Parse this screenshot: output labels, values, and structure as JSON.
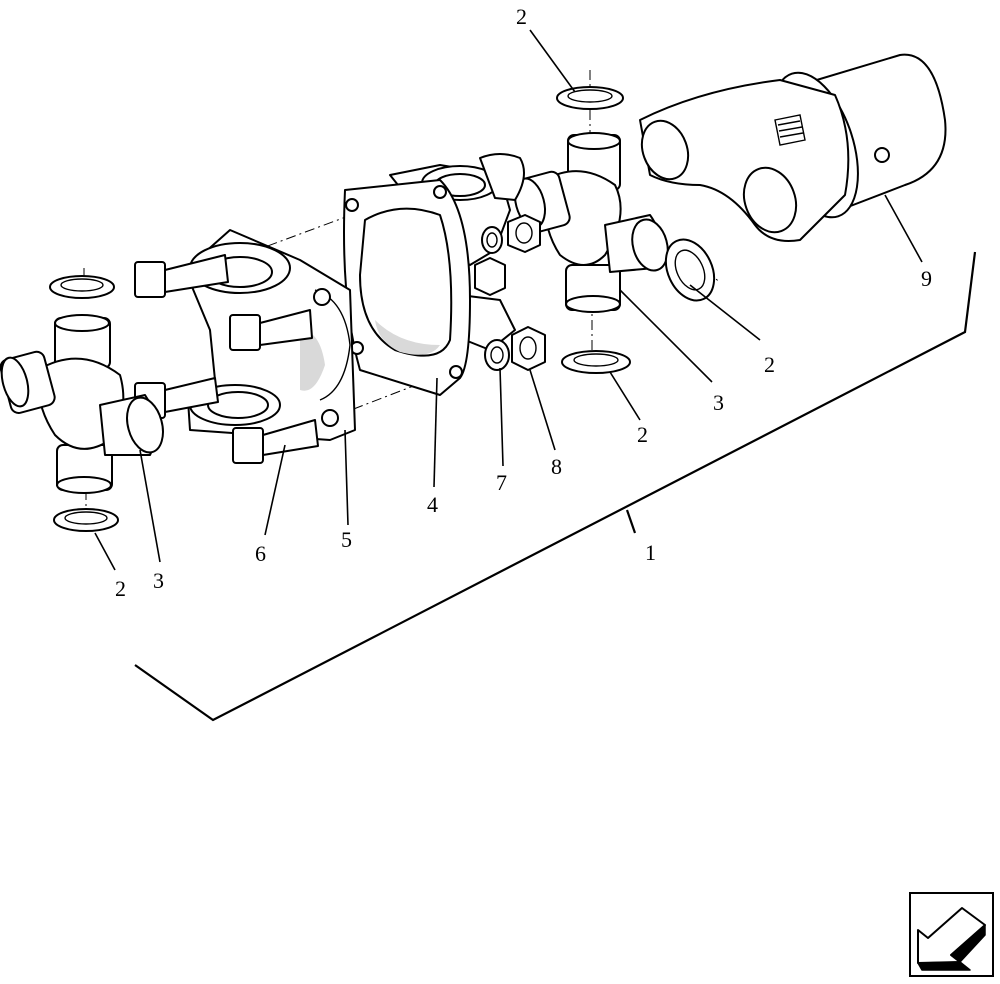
{
  "callouts": {
    "c1": "1",
    "c2_top": "2",
    "c2_right": "2",
    "c2_mid": "2",
    "c2_left": "2",
    "c3_left": "3",
    "c3_right": "3",
    "c4": "4",
    "c5": "5",
    "c6": "6",
    "c7": "7",
    "c8": "8",
    "c9": "9"
  },
  "nav_icon": "left-arrow-icon",
  "colors": {
    "line": "#000000",
    "background": "#ffffff"
  }
}
